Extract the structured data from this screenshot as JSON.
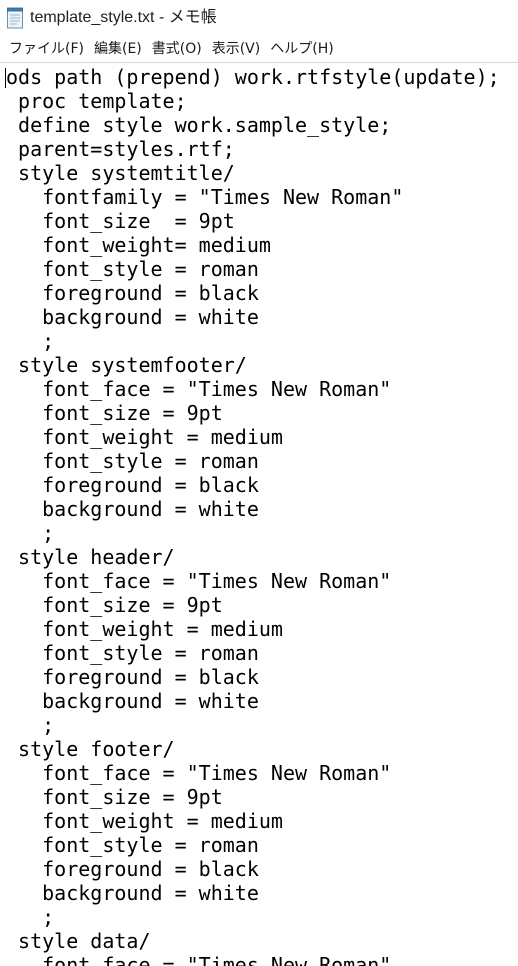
{
  "window": {
    "title": "template_style.txt - メモ帳"
  },
  "icons": {
    "app": "notepad-icon"
  },
  "menu": {
    "items": [
      "ファイル(F)",
      "編集(E)",
      "書式(O)",
      "表示(V)",
      "ヘルプ(H)"
    ]
  },
  "editor": {
    "content": "ods path (prepend) work.rtfstyle(update);\n proc template;\n define style work.sample_style;\n parent=styles.rtf;\n style systemtitle/\n   fontfamily = \"Times New Roman\"\n   font_size  = 9pt\n   font_weight= medium\n   font_style = roman\n   foreground = black\n   background = white\n   ;\n style systemfooter/\n   font_face = \"Times New Roman\"\n   font_size = 9pt\n   font_weight = medium\n   font_style = roman\n   foreground = black\n   background = white\n   ;\n style header/\n   font_face = \"Times New Roman\"\n   font_size = 9pt\n   font_weight = medium\n   font_style = roman\n   foreground = black\n   background = white\n   ;\n style footer/\n   font_face = \"Times New Roman\"\n   font_size = 9pt\n   font_weight = medium\n   font_style = roman\n   foreground = black\n   background = white\n   ;\n style data/\n   font_face = \"Times New Roman\""
  }
}
